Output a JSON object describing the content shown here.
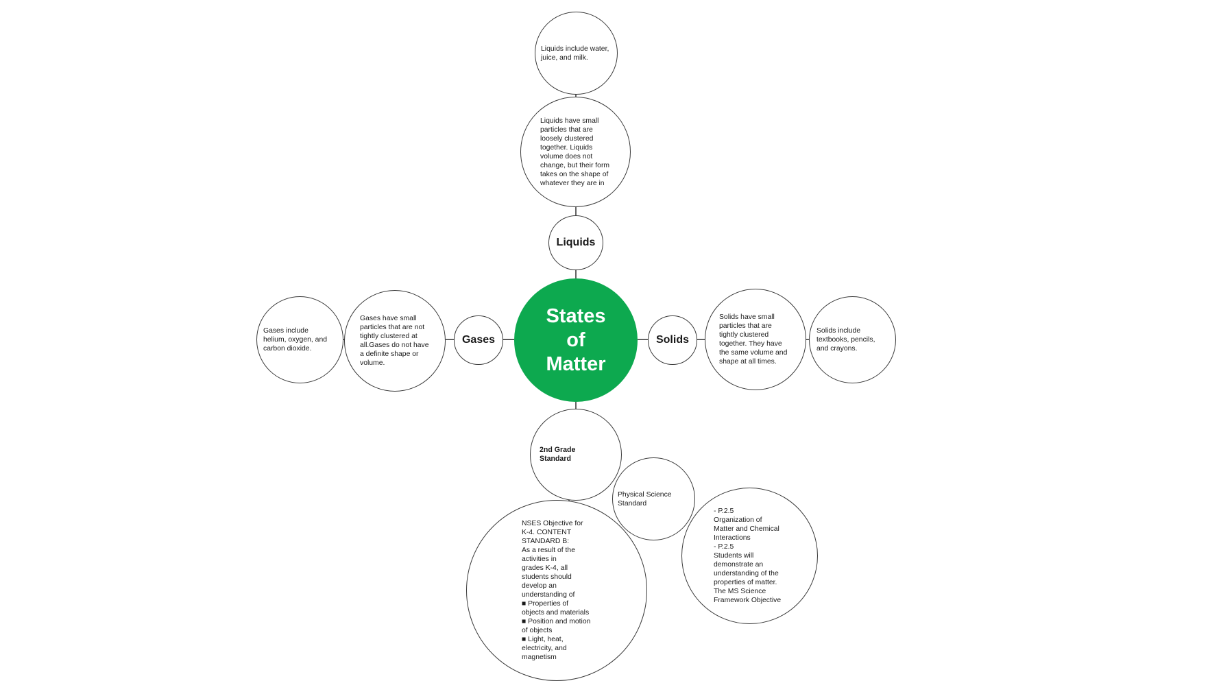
{
  "colors": {
    "center_fill": "#0da94f",
    "center_text": "#ffffff",
    "node_border": "#3a3a3a",
    "text": "#1a1a1a"
  },
  "center": {
    "title": "States\nof\nMatter"
  },
  "branches": {
    "liquids": {
      "label": "Liquids",
      "description": "Liquids have small\nparticles that are\nloosely clustered\ntogether. Liquids\nvolume does not\nchange, but their form\ntakes on the shape of\nwhatever they are in",
      "examples": "Liquids include water,\njuice, and milk."
    },
    "gases": {
      "label": "Gases",
      "description": "Gases have small\nparticles that are not\ntightly clustered at\nall.Gases do not have\na definite shape or\nvolume.",
      "examples": "Gases include\nhelium, oxygen, and\ncarbon dioxide."
    },
    "solids": {
      "label": "Solids",
      "description": "Solids have small\nparticles that are\ntightly clustered\ntogether. They have\nthe same volume and\nshape at all times.",
      "examples": "Solids include\ntextbooks, pencils,\nand crayons."
    },
    "standards": {
      "label": "2nd Grade\nStandard",
      "nses_objective": "NSES Objective for\nK-4. CONTENT\nSTANDARD B:\nAs a result of the\nactivities in\ngrades K-4, all\nstudents should\ndevelop an\nunderstanding of\n■ Properties of\nobjects and materials\n■ Position and motion\nof objects\n■ Light, heat,\nelectricity, and\nmagnetism",
      "physical_science": "Physical Science\nStandard",
      "ms_framework": "-            P.2.5\nOrganization of\nMatter and Chemical\nInteractions\n-            P.2.5\nStudents will\ndemonstrate an\nunderstanding of the\nproperties of matter.\nThe MS Science\nFramework Objective"
    }
  }
}
